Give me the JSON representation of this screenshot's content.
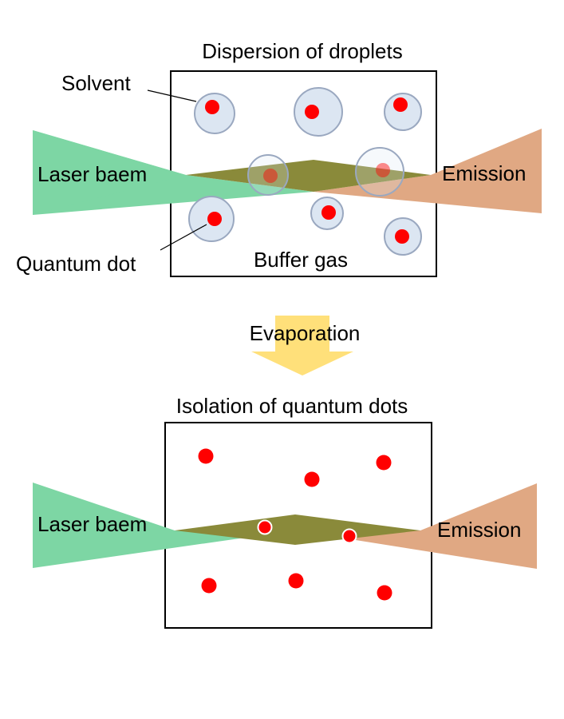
{
  "top_panel": {
    "title": "Dispersion of droplets",
    "solvent_label": "Solvent",
    "quantum_dot_label": "Quantum dot",
    "buffer_gas_label": "Buffer gas",
    "laser_label": "Laser baem",
    "emission_label": "Emission"
  },
  "transition": {
    "label": "Evaporation"
  },
  "bottom_panel": {
    "title": "Isolation of quantum dots",
    "laser_label": "Laser baem",
    "emission_label": "Emission"
  },
  "colors": {
    "laser_beam": "#7dd6a4",
    "emission_beam": "#e0a883",
    "beam_overlap": "#8a8a3a",
    "quantum_dot": "#ff0000",
    "droplet_fill": "#dce6f2",
    "droplet_stroke": "#9aa8c0",
    "arrow": "#ffe07a",
    "frame": "#000000"
  }
}
